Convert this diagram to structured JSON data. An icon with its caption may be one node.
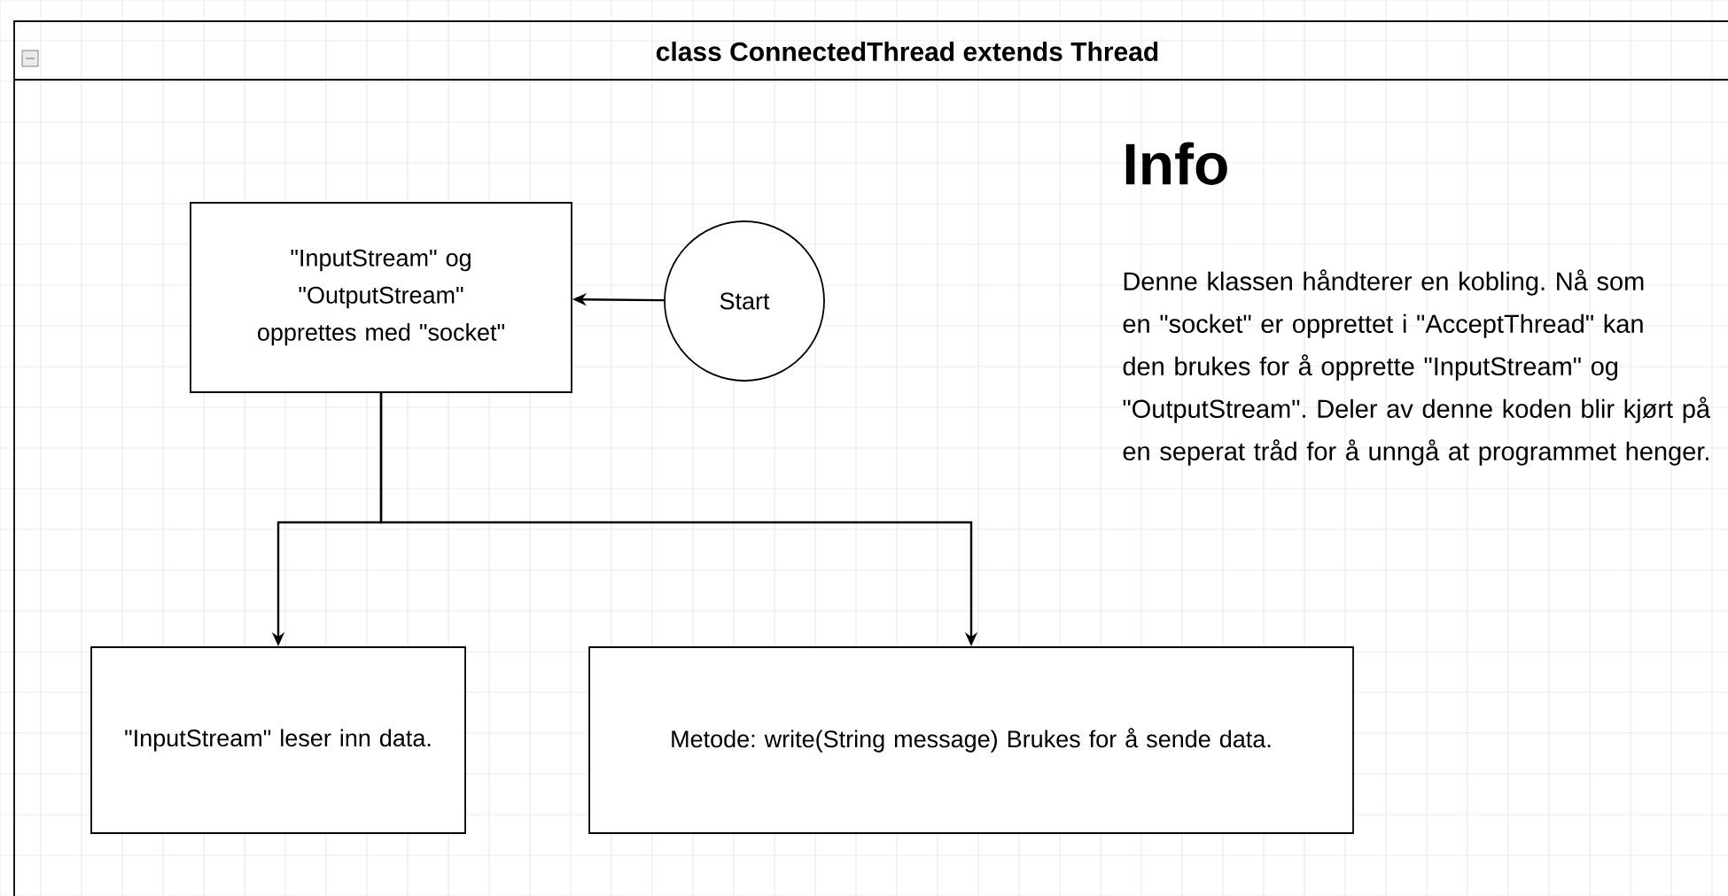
{
  "diagram": {
    "nodes": [
      {
        "text": [
          "class ConnectedThread extends Thread"
        ]
      },
      {
        "text": [
          "\"InputStream\" og \"OutputStream\" opprettes med \"socket\""
        ],
        "in": 0
      },
      {
        "text": [
          "Start"
        ],
        "in": 0
      },
      {
        "text": [
          "\"InputStream\" leser inn data."
        ],
        "in": 0
      },
      {
        "text": [
          "Metode: write(String message) Brukes for å sende data."
        ],
        "in": 0
      }
    ],
    "edges": [
      {
        "from": 2,
        "to": 1,
        "arrow": "to"
      },
      {
        "from": 1,
        "to": 3,
        "arrow": "to"
      },
      {
        "from": 1,
        "to": 4,
        "arrow": "to"
      }
    ],
    "labels": [
      "Info",
      "Denne klassen håndterer en kobling. Nå som en \"socket\" er opprettet i \"AcceptThread\" kan den brukes for å opprette \"InputStream\" og \"OutputStream\". Deler av denne koden blir kjørt på en seperat tråd for å unngå at programmet henger."
    ]
  }
}
